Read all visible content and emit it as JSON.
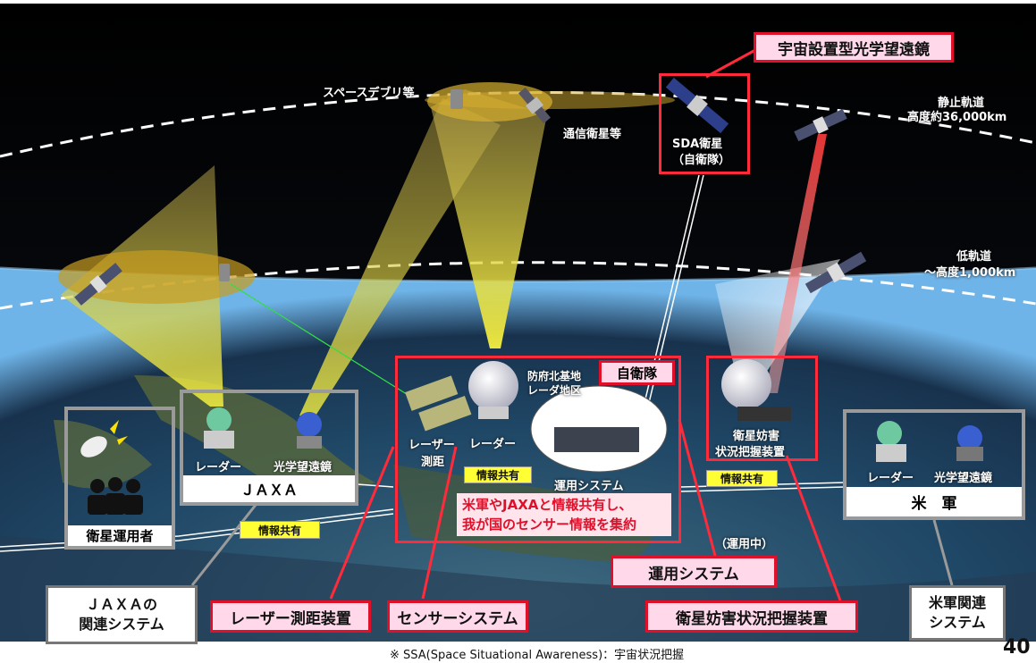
{
  "labels": {
    "space_debris": "スペースデブリ等",
    "comm_sat": "通信衛星等",
    "geo_orbit_1": "静止軌道",
    "geo_orbit_2": "高度約36,000km",
    "leo_orbit_1": "低軌道",
    "leo_orbit_2": "～高度1,000km",
    "sda_sat_1": "SDA衛星",
    "sda_sat_2": "（自衛隊）",
    "jsdf": "自衛隊",
    "hofu_1": "防府北基地",
    "hofu_2": "レーダ地区",
    "laser_1": "レーザー",
    "laser_2": "測距",
    "radar": "レーダー",
    "ops_system": "運用システム",
    "interference_1": "衛星妨害",
    "interference_2": "状況把握装置",
    "jaxa_radar": "レーダー",
    "jaxa_optical": "光学望遠鏡",
    "jaxa": "ＪＡＸＡ",
    "usf_radar": "レーダー",
    "usf_optical": "光学望遠鏡",
    "usf": "米　軍",
    "sat_operator": "衛星運用者",
    "info_share": "情報共有",
    "sharing_msg_1": "米軍やJAXAと情報共有し、",
    "sharing_msg_2": "我が国のセンサー情報を集約",
    "in_operation": "（運用中）",
    "footnote": "※ SSA(Space Situational Awareness)：宇宙状況把握",
    "page_number": "40"
  },
  "callouts": {
    "space_telescope": "宇宙設置型光学望遠鏡",
    "ops_system": "運用システム",
    "laser_ranging": "レーザー測距装置",
    "sensor_system": "センサーシステム",
    "interference_device": "衛星妨害状況把握装置",
    "jaxa_related_1": "ＪＡＸＡの",
    "jaxa_related_2": "関連システム",
    "usf_related_1": "米軍関連",
    "usf_related_2": "システム"
  },
  "colors": {
    "callout_border": "#e0102a",
    "callout_fill": "#ffd9ea",
    "info_share_fill": "#ffff33",
    "beam_yellow": "#e8e040",
    "frame_grey": "#9a9a9a"
  }
}
